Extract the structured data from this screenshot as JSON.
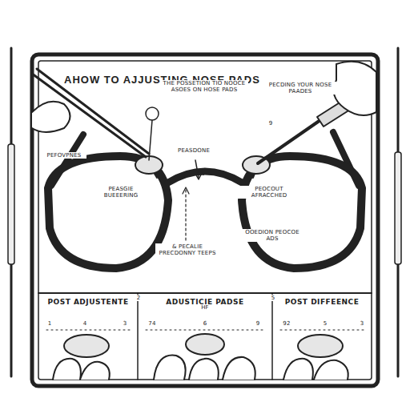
{
  "diagram": {
    "title": "AHOW TO AJJUSTING NOSE PADS",
    "nodes": [
      {
        "text": [
          "POST ADJUSTENTE"
        ]
      },
      {
        "text": [
          "ADUSTICIE PADSE"
        ]
      },
      {
        "text": [
          "POST DIFFEENCE"
        ]
      }
    ],
    "labels": [
      "THE POSSETION TIO NOOCE ASOES ON HOSE PADS",
      "PECDING YOUR NOSE PAADES",
      "PEFOVPNES",
      "PEASDONE",
      "PEASGIE BUEEERING",
      "PEOCOUT AFRACCHED",
      "OOEDION PEOCOE ADS",
      "& PECALIE PRECDONNY TEEPS",
      "9",
      "2",
      "HF",
      "5",
      "1",
      "4",
      "3",
      "74",
      "6",
      "9",
      "92",
      "5",
      "3"
    ]
  }
}
